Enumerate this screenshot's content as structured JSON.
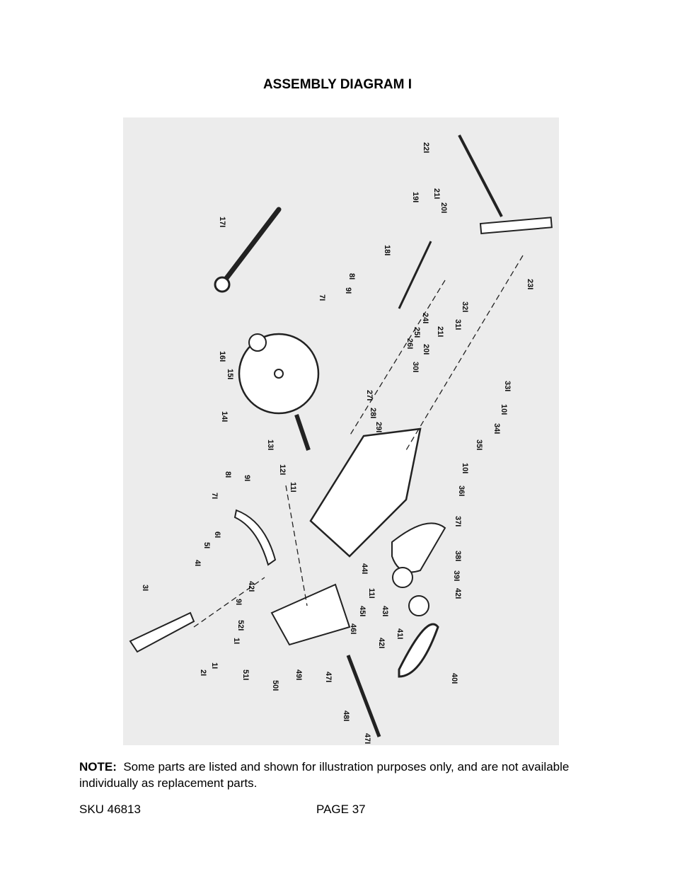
{
  "title": "ASSEMBLY DIAGRAM I",
  "diagram": {
    "part_labels": [
      "22I",
      "21I",
      "20I",
      "19I",
      "23I",
      "17I",
      "18I",
      "8I",
      "9I",
      "7I",
      "24I",
      "32I",
      "25I",
      "26I",
      "31I",
      "21I",
      "20I",
      "30I",
      "16I",
      "15I",
      "27I",
      "33I",
      "28I",
      "10I",
      "14I",
      "29I",
      "34I",
      "35I",
      "13I",
      "12I",
      "10I",
      "11I",
      "36I",
      "8I",
      "9I",
      "7I",
      "37I",
      "6I",
      "5I",
      "38I",
      "4I",
      "44I",
      "39I",
      "42I",
      "11I",
      "9I",
      "42I",
      "43I",
      "3I",
      "45I",
      "52I",
      "46I",
      "1I",
      "42I",
      "41I",
      "2I",
      "1I",
      "51I",
      "50I",
      "49I",
      "47I",
      "40I",
      "48I",
      "47I"
    ]
  },
  "note": {
    "label": "NOTE:",
    "text": "Some parts are listed and shown for illustration purposes only, and are not available individually as replacement parts."
  },
  "footer": {
    "sku": "SKU 46813",
    "page": "PAGE 37"
  }
}
